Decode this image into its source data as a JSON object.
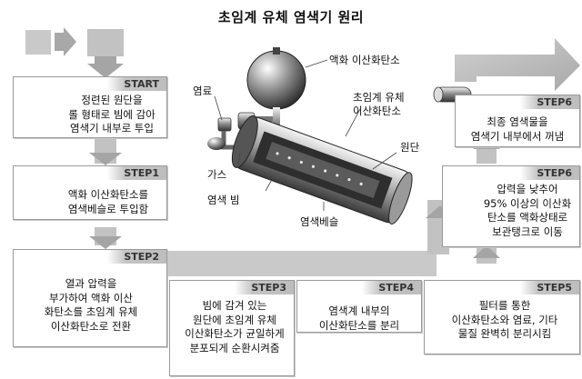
{
  "title": "초임계 유체 염색기 원리",
  "steps": [
    {
      "tag": "START",
      "lines": [
        "정련된 원단을",
        "롤 형태로 빔에 감아",
        "염색기 내부로 투입"
      ]
    },
    {
      "tag": "STEP1",
      "lines": [
        "액화 이산화탄소를",
        "염색베슬로 투입함"
      ]
    },
    {
      "tag": "STEP2",
      "lines": [
        "열과 압력을",
        "부가하여 액화 이산",
        "화탄소를 초임계 유체",
        "이산화탄소로 전환"
      ]
    },
    {
      "tag": "STEP3",
      "lines": [
        "빔에 감겨 있는",
        "원단에 초임계 유체",
        "이산화탄소가 균일하게",
        "분포되게 순환시켜줌"
      ]
    },
    {
      "tag": "STEP4",
      "lines": [
        "염색계 내부의",
        "이산화탄소를 분리"
      ]
    },
    {
      "tag": "STEP5",
      "lines": [
        "필터를 통한",
        "이산화탄소와 염료, 기타",
        "물질 완벽히 분리시킴"
      ]
    },
    {
      "tag": "STEP6",
      "lines": [
        "압력을 낮추어",
        "95% 이상의 이산화",
        "탄소를 액화상태로",
        "보관탱크로 이동"
      ]
    },
    {
      "tag": "STEP6",
      "lines": [
        "최종 염색물을",
        "염색기 내부에서 꺼냄"
      ]
    }
  ],
  "diagram_labels": {
    "liquid_co2": "액화 이산화탄소",
    "dye": "염료",
    "sc_co2": [
      "초임계 유체",
      "이산화탄소"
    ],
    "fabric": "원단",
    "gas": "가스",
    "beam": "염색 빔",
    "vessel": "염색베슬"
  }
}
